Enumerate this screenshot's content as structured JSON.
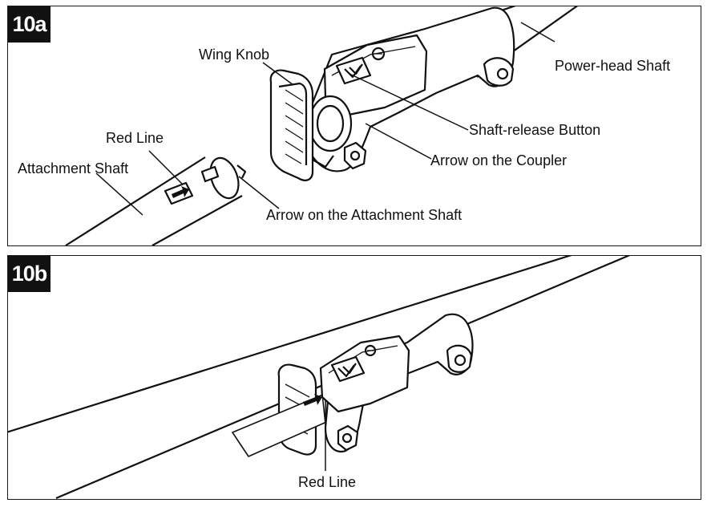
{
  "panel_a": {
    "badge": "10a",
    "labels": {
      "wing_knob": "Wing Knob",
      "power_head_shaft": "Power-head Shaft",
      "shaft_release_button": "Shaft-release Button",
      "arrow_on_coupler": "Arrow on the Coupler",
      "red_line": "Red Line",
      "attachment_shaft": "Attachment Shaft",
      "arrow_on_attachment_shaft": "Arrow on the Attachment Shaft"
    }
  },
  "panel_b": {
    "badge": "10b",
    "labels": {
      "red_line": "Red Line"
    }
  }
}
